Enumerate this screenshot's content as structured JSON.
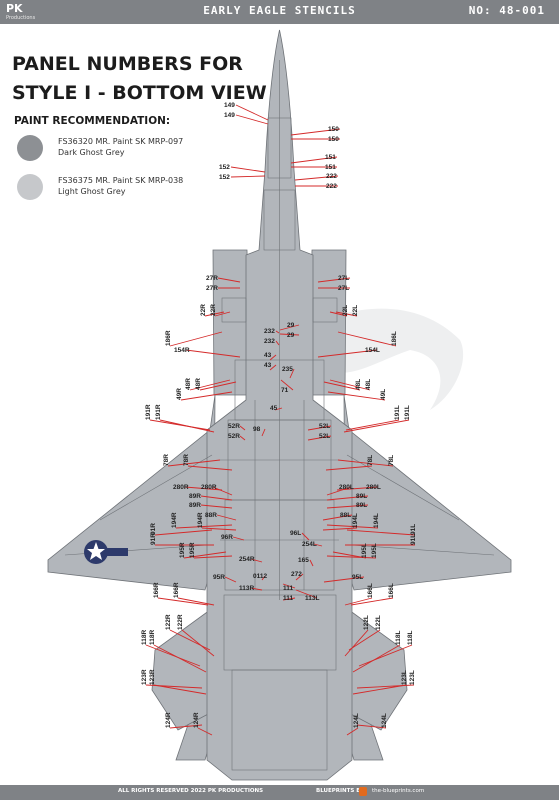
{
  "header": {
    "logo_text": "PK",
    "logo_sub": "Productions",
    "series": "EARLY EAGLE STENCILS",
    "code": "NO: 48-001"
  },
  "title": {
    "line1": "PANEL NUMBERS FOR",
    "line2": "STYLE I - BOTTOM VIEW"
  },
  "paint_heading": "PAINT RECOMMENDATION:",
  "paints": [
    {
      "code": "FS36320 MR. Paint SK MRP-097",
      "name": "Dark Ghost Grey",
      "color": "#8d9094"
    },
    {
      "code": "FS36375 MR. Paint SK MRP-038",
      "name": "Light Ghost Grey",
      "color": "#c6c8cb"
    }
  ],
  "colors": {
    "aircraft": "#b2b6bb",
    "panel_line": "#6f7378",
    "leader": "#d42a2a",
    "bars": "#7f8286",
    "watermark": "#eeeff0"
  },
  "footer": {
    "copyright": "ALL RIGHTS RESERVED 2022 PK PRODUCTIONS",
    "blueprints_label": "BLUEPRINTS BY",
    "blueprints_site": "the-blueprints.com"
  },
  "callouts": [
    "149",
    "149",
    "150",
    "150",
    "151",
    "151",
    "152",
    "152",
    "222",
    "222",
    "27R",
    "27R",
    "27L",
    "27L",
    "22R",
    "22R",
    "22L",
    "22L",
    "186R",
    "186L",
    "154R",
    "154L",
    "29",
    "29",
    "232",
    "232",
    "43",
    "43",
    "235",
    "48R",
    "48R",
    "48L",
    "48L",
    "49R",
    "49L",
    "45",
    "71",
    "191R",
    "191R",
    "191L",
    "191L",
    "52R",
    "52R",
    "52L",
    "52L",
    "98",
    "78R",
    "78R",
    "78L",
    "78L",
    "280R",
    "280R",
    "280L",
    "280L",
    "89R",
    "89R",
    "89L",
    "89L",
    "88R",
    "88L",
    "194R",
    "194R",
    "194L",
    "194L",
    "91R",
    "91R",
    "91L",
    "91L",
    "96R",
    "96L",
    "254L",
    "254R",
    "195R",
    "195R",
    "195L",
    "195L",
    "165",
    "95R",
    "95L",
    "0112",
    "272",
    "113R",
    "111",
    "111",
    "113L",
    "166R",
    "166R",
    "166L",
    "166L",
    "122R",
    "122R",
    "122L",
    "122L",
    "118R",
    "118R",
    "118L",
    "118L",
    "123R",
    "123R",
    "123L",
    "123L",
    "124R",
    "124R",
    "124L",
    "124L"
  ]
}
